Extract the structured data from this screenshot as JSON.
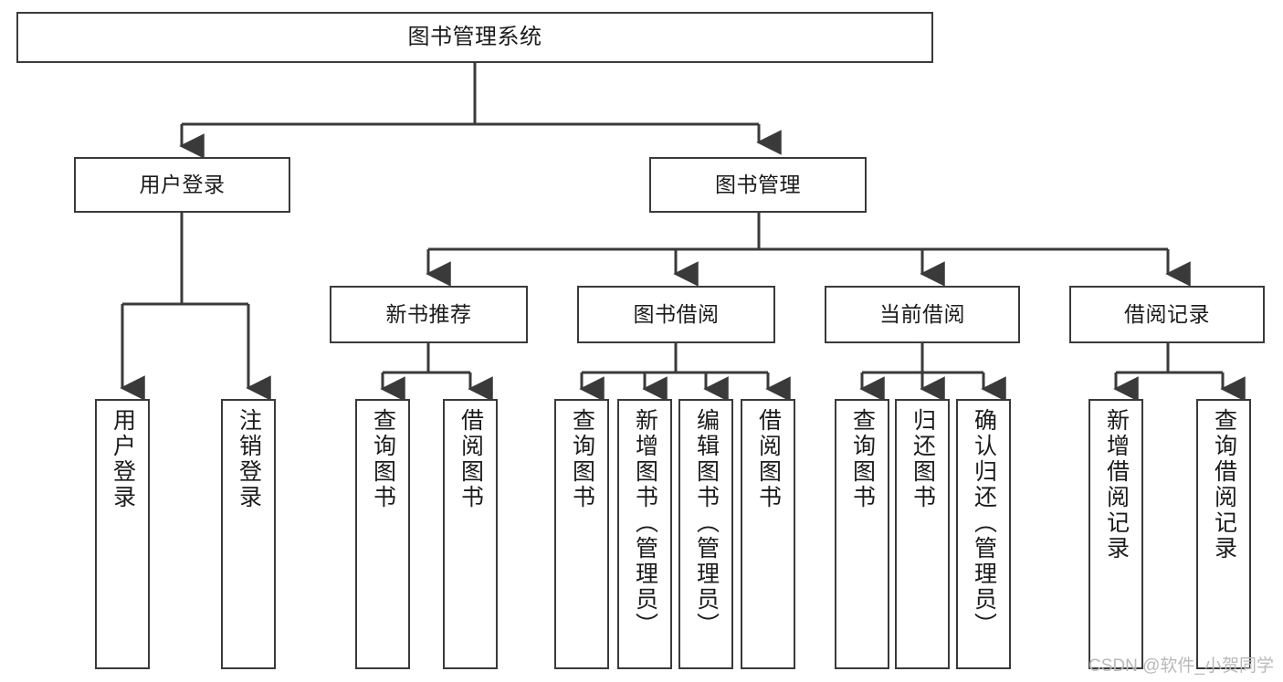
{
  "diagram": {
    "type": "tree",
    "title": "图书管理系统",
    "watermark": "CSDN @软件_小贺同学",
    "colors": {
      "border": "#3a3a3a",
      "fill": "#ffffff",
      "text": "#1b1b1b",
      "edge": "#3a3a3a",
      "watermark": "#b9b9b9"
    },
    "nodes": {
      "root": {
        "label": "图书管理系统"
      },
      "level2": [
        {
          "label": "用户登录"
        },
        {
          "label": "图书管理"
        }
      ],
      "level3": [
        {
          "label": "新书推荐"
        },
        {
          "label": "图书借阅"
        },
        {
          "label": "当前借阅"
        },
        {
          "label": "借阅记录"
        }
      ],
      "leaves": {
        "user_login": [
          {
            "label": "用户登录"
          },
          {
            "label": "注销登录"
          }
        ],
        "new_books": [
          {
            "label": "查询图书"
          },
          {
            "label": "借阅图书"
          }
        ],
        "book_borrow": [
          {
            "label": "查询图书"
          },
          {
            "label": "新增图书（管理员）"
          },
          {
            "label": "编辑图书（管理员）"
          },
          {
            "label": "借阅图书"
          }
        ],
        "current_borrow": [
          {
            "label": "查询图书"
          },
          {
            "label": "归还图书"
          },
          {
            "label": "确认归还（管理员）"
          }
        ],
        "borrow_records": [
          {
            "label": "新增借阅记录"
          },
          {
            "label": "查询借阅记录"
          }
        ]
      }
    }
  }
}
